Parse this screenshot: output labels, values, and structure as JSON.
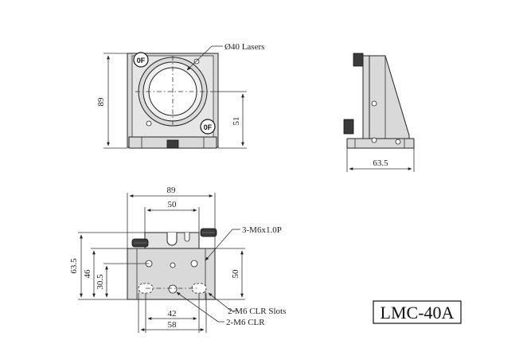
{
  "front_view": {
    "aperture_label": "Ø40 Lasers",
    "height_dim": "89",
    "center_height_dim": "51",
    "knob_top_left": "0F",
    "knob_bottom_right": "0F"
  },
  "side_view": {
    "depth_dim": "63.5"
  },
  "top_view": {
    "width_dim": "89",
    "inner_width_dim": "50",
    "depth_dim": "63.5",
    "dim_46": "46",
    "dim_30_5": "30.5",
    "right_dim": "50",
    "bottom_dim_42": "42",
    "bottom_dim_58": "58",
    "callout_thread": "3-M6x1.0P",
    "callout_slots": "2-M6 CLR Slots",
    "callout_clr": "2-M6 CLR"
  },
  "model_label": "LMC-40A"
}
